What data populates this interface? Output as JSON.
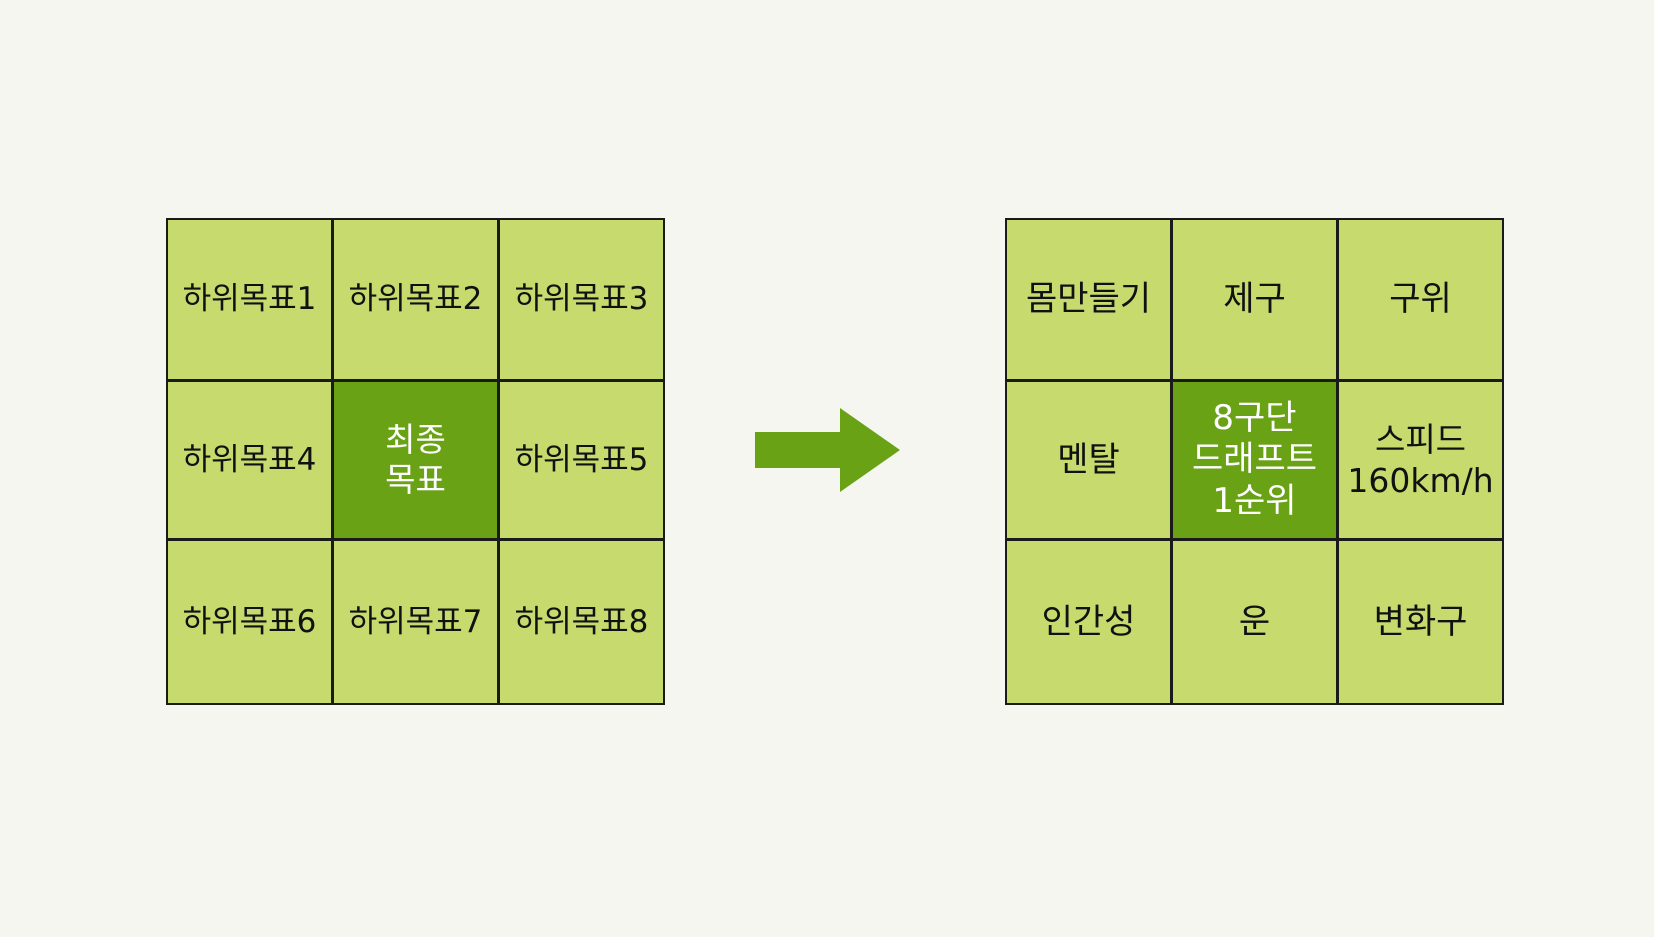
{
  "left_grid": {
    "cells": [
      {
        "label": "하위목표1"
      },
      {
        "label": "하위목표2"
      },
      {
        "label": "하위목표3"
      },
      {
        "label": "하위목표4"
      },
      {
        "label": "최종\n목표"
      },
      {
        "label": "하위목표5"
      },
      {
        "label": "하위목표6"
      },
      {
        "label": "하위목표7"
      },
      {
        "label": "하위목표8"
      }
    ]
  },
  "right_grid": {
    "cells": [
      {
        "label": "몸만들기"
      },
      {
        "label": "제구"
      },
      {
        "label": "구위"
      },
      {
        "label": "멘탈"
      },
      {
        "label": "8구단\n드래프트\n1순위"
      },
      {
        "label": "스피드\n160km/h"
      },
      {
        "label": "인간성"
      },
      {
        "label": "운"
      },
      {
        "label": "변화구"
      }
    ]
  },
  "colors": {
    "cell_fill": "#c6da6e",
    "center_fill": "#69a214",
    "arrow_fill": "#69a214",
    "background": "#f5f6f0",
    "border": "#1a1a1a"
  },
  "icons": {
    "arrow": "arrow-right-icon"
  }
}
